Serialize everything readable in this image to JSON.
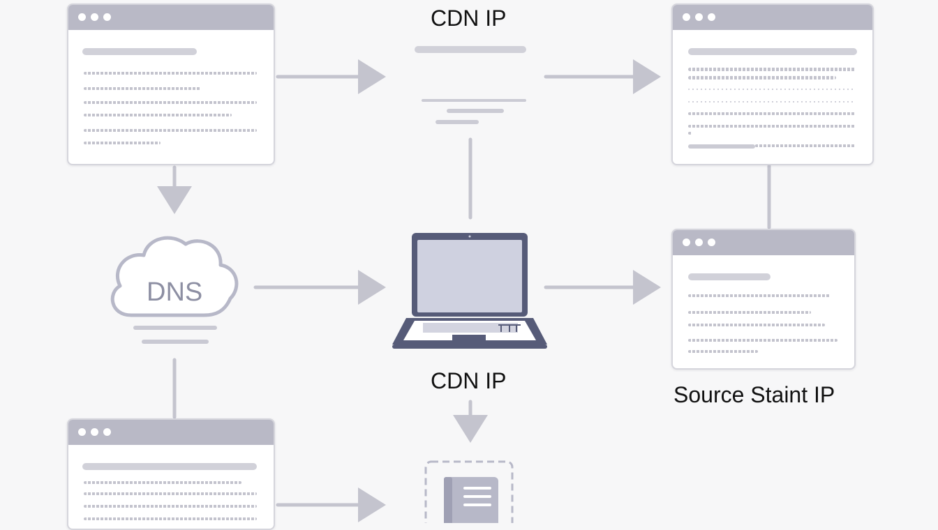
{
  "labels": {
    "cdn_top": "CDN IP",
    "cdn_bottom": "CDN IP",
    "dns": "DNS",
    "source": "Source Staint IP"
  },
  "colors": {
    "background": "#f7f7f8",
    "window_bar": "#b9b9c6",
    "arrow": "#c4c4ce",
    "laptop": "#565b78",
    "laptop_screen": "#cfd1e0",
    "icon_stroke": "#b7b8c8"
  },
  "icons": {
    "client": "laptop-icon",
    "dns": "cloud-icon",
    "storage": "document-icon"
  }
}
